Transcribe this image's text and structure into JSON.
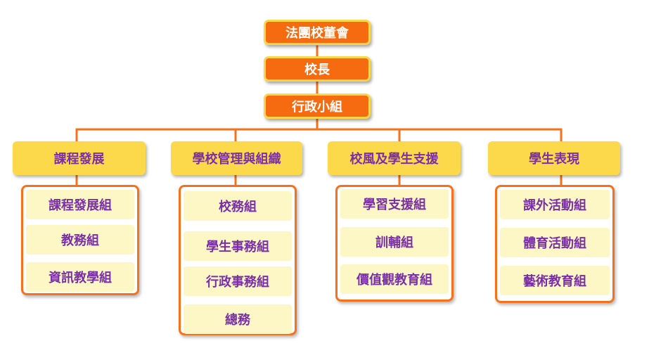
{
  "colors": {
    "top_fill": "#f76b10",
    "top_border": "#fcd64a",
    "category_fill": "#fcd94a",
    "item_fill": "#fdf7c6",
    "panel_border": "#f7711a",
    "connector": "#f7711a",
    "text_dark": "#7a2fa6",
    "text_light": "#ffffff"
  },
  "top_chain": [
    "法團校董會",
    "校長",
    "行政小組"
  ],
  "groups": [
    {
      "title": "課程發展",
      "items": [
        "課程發展組",
        "教務組",
        "資訊教學組"
      ]
    },
    {
      "title": "學校管理與組織",
      "items": [
        "校務組",
        "學生事務組",
        "行政事務組",
        "總務"
      ]
    },
    {
      "title": "校風及學生支援",
      "items": [
        "學習支援組",
        "訓輔組",
        "價值觀教育組"
      ]
    },
    {
      "title": "學生表現",
      "items": [
        "課外活動組",
        "體育活動組",
        "藝術教育組"
      ]
    }
  ]
}
